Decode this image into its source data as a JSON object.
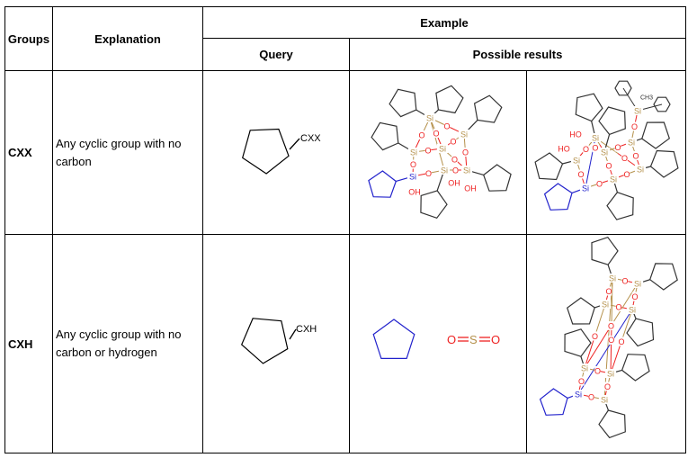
{
  "table": {
    "headers": {
      "groups": "Groups",
      "explanation": "Explanation",
      "example": "Example",
      "query": "Query",
      "possible_results": "Possible results"
    },
    "rows": [
      {
        "group": "CXX",
        "explanation_line1": "Any cyclic group with no",
        "explanation_line2": "carbon",
        "query_label": "CXX"
      },
      {
        "group": "CXH",
        "explanation_line1": "Any cyclic group with no",
        "explanation_line2": "carbon or hydrogen",
        "query_label": "CXH",
        "result_so2": {
          "o1": "O",
          "s": "S",
          "o2": "O"
        }
      }
    ]
  },
  "atoms": {
    "si": "Si",
    "o": "O",
    "oh": "OH",
    "ho": "HO",
    "ch3": "CH3"
  },
  "colors": {
    "bond": "#000000",
    "si": "#b5914b",
    "o": "#ee2222",
    "highlight": "#2222cc"
  }
}
